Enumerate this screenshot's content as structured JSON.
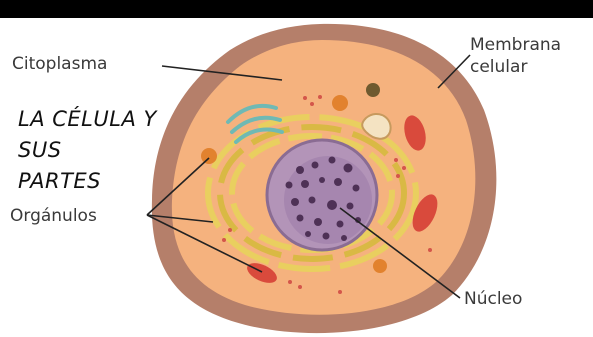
{
  "title": {
    "line1": "LA CÉLULA Y",
    "line2": "SUS",
    "line3": "PARTES"
  },
  "labels": {
    "citoplasma": "Citoplasma",
    "membrana_line1": "Membrana",
    "membrana_line2": "celular",
    "organulos": "Orgánulos",
    "nucleo": "Núcleo"
  },
  "colors": {
    "membrane": "#b57f6a",
    "cytoplasm": "#f5b27e",
    "er": "#ecd46a",
    "nucleus": "#9b7aa8",
    "mitochondria": "#d94a3c",
    "golgi": "#6fb9b4",
    "vesicle": "#e2822e"
  }
}
